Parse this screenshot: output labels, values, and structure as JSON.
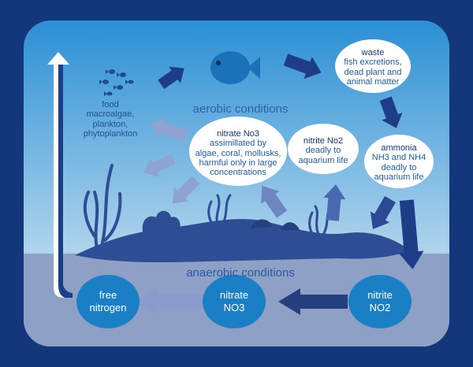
{
  "colors": {
    "frame": "#14367a",
    "water_top": "#2b8fd4",
    "water_bottom": "#b7d8ee",
    "sediment": "#8ea0c6",
    "seabed": "#2e4d94",
    "circle_fill": "#1a7fc4",
    "arrow_dark": "#1d3d86",
    "arrow_mid": "#4a68b0",
    "arrow_light": "#8fa3d2"
  },
  "labels": {
    "aerobic": "aerobic conditions",
    "anaerobic": "anaerobic conditions",
    "food": {
      "lines": [
        "food",
        "macroalgae,",
        "plankton,",
        "phytoplankton"
      ]
    },
    "waste": {
      "title": "waste",
      "lines": [
        "fish excretions,",
        "dead plant and",
        "animal matter"
      ]
    },
    "ammonia": {
      "title": "ammonia",
      "lines": [
        "NH3 and NH4",
        "deadly to",
        "aquarium life"
      ]
    },
    "nitrite_oval": {
      "title": "nitrite No2",
      "lines": [
        "deadly to",
        "aquarium life"
      ]
    },
    "nitrate_oval": {
      "title": "nitrate No3",
      "lines": [
        "assimillated by",
        "algae, coral, mollusks,",
        "harmful only in large",
        "concentrations"
      ]
    },
    "circle_nitrite": {
      "line1": "nitrite",
      "line2": "NO2"
    },
    "circle_nitrate": {
      "line1": "nitrate",
      "line2": "NO3"
    },
    "circle_nitrogen": {
      "line1": "free",
      "line2": "nitrogen"
    }
  }
}
